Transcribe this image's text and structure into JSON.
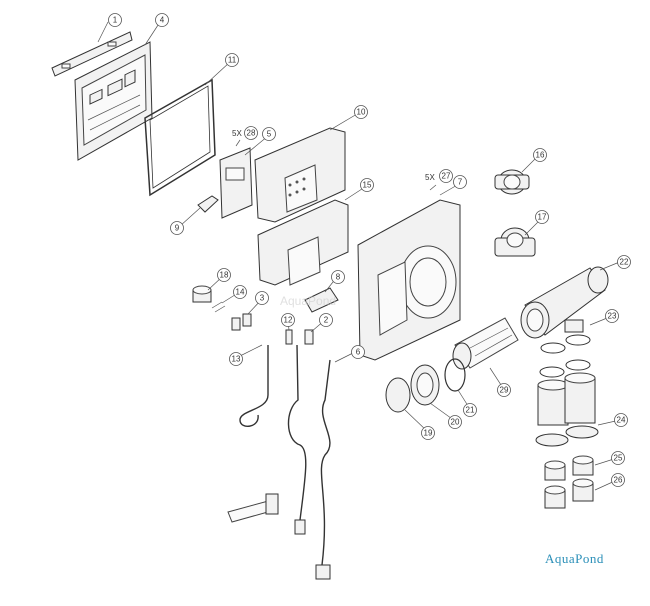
{
  "brand": "AquaPond",
  "watermark": "AquaPond",
  "callouts": [
    {
      "id": "c1",
      "num": "1"
    },
    {
      "id": "c4",
      "num": "4"
    },
    {
      "id": "c11",
      "num": "11"
    },
    {
      "id": "c10",
      "num": "10"
    },
    {
      "id": "c5",
      "num": "5",
      "qty": "5X"
    },
    {
      "id": "c28",
      "num": "28"
    },
    {
      "id": "c9",
      "num": "9"
    },
    {
      "id": "c15",
      "num": "15"
    },
    {
      "id": "c27",
      "num": "27",
      "qty": "5X"
    },
    {
      "id": "c7",
      "num": "7"
    },
    {
      "id": "c16",
      "num": "16"
    },
    {
      "id": "c17",
      "num": "17"
    },
    {
      "id": "c22",
      "num": "22"
    },
    {
      "id": "c18",
      "num": "18"
    },
    {
      "id": "c14",
      "num": "14"
    },
    {
      "id": "c3",
      "num": "3"
    },
    {
      "id": "c8",
      "num": "8"
    },
    {
      "id": "c12",
      "num": "12"
    },
    {
      "id": "c2",
      "num": "2"
    },
    {
      "id": "c13",
      "num": "13"
    },
    {
      "id": "c6",
      "num": "6"
    },
    {
      "id": "c23",
      "num": "23"
    },
    {
      "id": "c29",
      "num": "29"
    },
    {
      "id": "c21",
      "num": "21"
    },
    {
      "id": "c20",
      "num": "20"
    },
    {
      "id": "c19",
      "num": "19"
    },
    {
      "id": "c24",
      "num": "24"
    },
    {
      "id": "c25",
      "num": "25"
    },
    {
      "id": "c26",
      "num": "26"
    }
  ]
}
